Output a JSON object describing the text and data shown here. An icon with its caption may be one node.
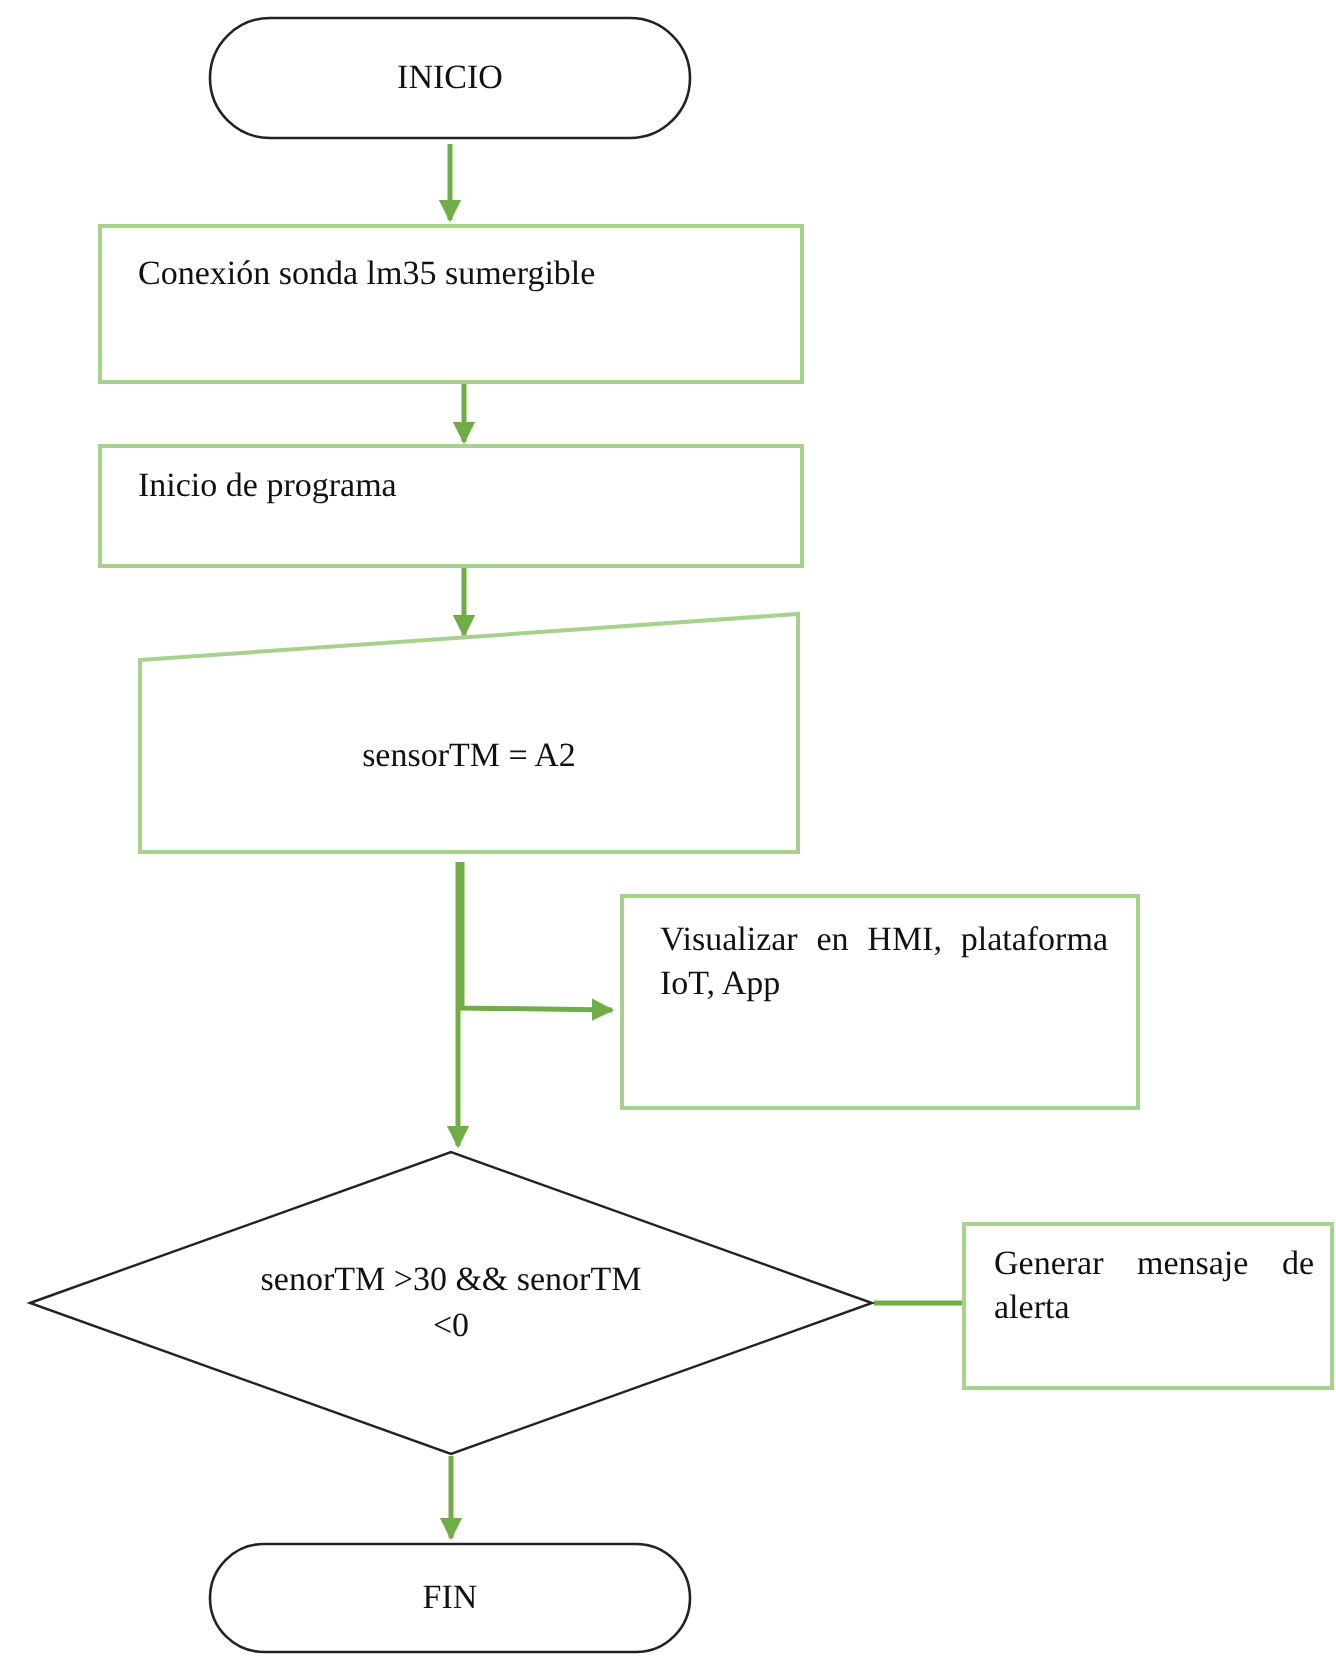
{
  "diagram": {
    "nodes": [
      {
        "text": [
          "INICIO"
        ]
      },
      {
        "text": [
          "Conexión sonda lm35 sumergible"
        ]
      },
      {
        "text": [
          "Inicio de programa"
        ]
      },
      {
        "text": [
          "sensorTM = A2"
        ]
      },
      {
        "text": [
          "Visualizar en HMI, plataforma IoT, App"
        ]
      },
      {
        "text": [
          "senorTM >30 && senorTM <0"
        ]
      },
      {
        "text": [
          "Generar mensaje de alerta"
        ]
      },
      {
        "text": [
          "FIN"
        ]
      }
    ],
    "edges": [
      {
        "from": 0,
        "to": 1,
        "arrow": "to"
      },
      {
        "from": 1,
        "to": 2,
        "arrow": "to"
      },
      {
        "from": 2,
        "to": 3,
        "arrow": "to"
      },
      {
        "from": 3,
        "to": 5,
        "arrow": "to"
      },
      {
        "from": 3,
        "to": 4,
        "arrow": "to"
      },
      {
        "from": 5,
        "to": 6,
        "arrow": "none"
      },
      {
        "from": 5,
        "to": 7,
        "arrow": "to"
      }
    ]
  }
}
